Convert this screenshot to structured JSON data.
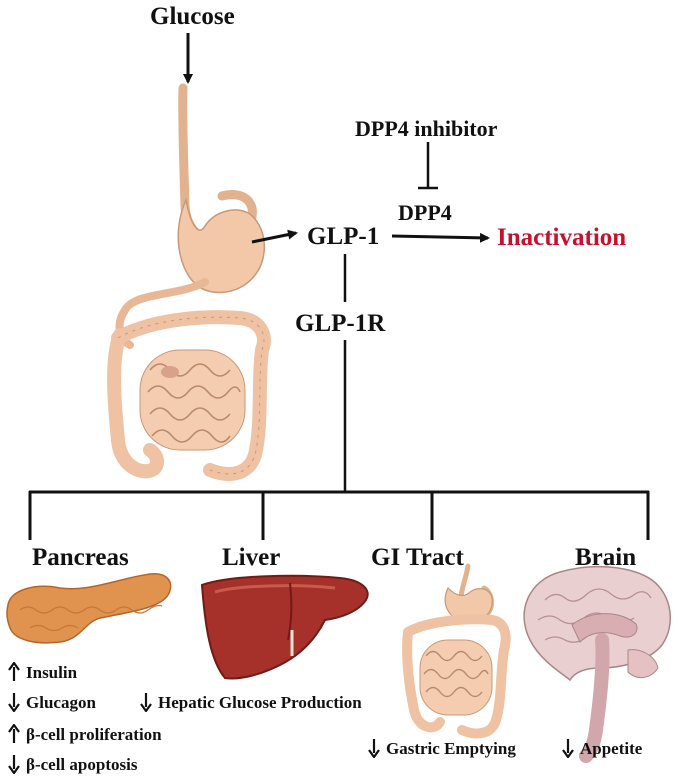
{
  "nodes": {
    "glucose": "Glucose",
    "dpp4_inhibitor": "DPP4 inhibitor",
    "dpp4": "DPP4",
    "glp1": "GLP-1",
    "inactivation": "Inactivation",
    "glp1r": "GLP-1R"
  },
  "targets": [
    {
      "label": "Pancreas",
      "effects": [
        {
          "direction": "up",
          "text": "Insulin"
        },
        {
          "direction": "down",
          "text": "Glucagon"
        },
        {
          "direction": "up",
          "text": "β-cell proliferation"
        },
        {
          "direction": "down",
          "text": "β-cell apoptosis"
        }
      ]
    },
    {
      "label": "Liver",
      "effects": [
        {
          "direction": "down",
          "text": "Hepatic Glucose Production"
        }
      ]
    },
    {
      "label": "GI Tract",
      "effects": [
        {
          "direction": "down",
          "text": "Gastric Emptying"
        }
      ]
    },
    {
      "label": "Brain",
      "effects": [
        {
          "direction": "down",
          "text": "Appetite"
        }
      ]
    }
  ],
  "colors": {
    "inactivation": "#c8102e",
    "gut": "#f2c8a8",
    "pancreas": "#e0924f",
    "liver": "#a6302a",
    "brain": "#eacfd0"
  }
}
